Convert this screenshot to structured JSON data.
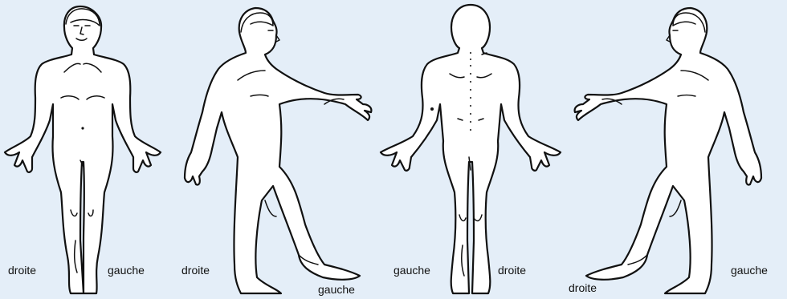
{
  "figures": [
    {
      "view": "front",
      "labels": {
        "right": "droite",
        "left": "gauche"
      }
    },
    {
      "view": "right-side",
      "labels": {
        "right": "droite",
        "left": "gauche"
      }
    },
    {
      "view": "back",
      "labels": {
        "left": "gauche",
        "right": "droite"
      }
    },
    {
      "view": "left-side",
      "labels": {
        "right": "droite",
        "left": "gauche"
      }
    }
  ],
  "colors": {
    "background": "#e4eef8",
    "outline": "#111111",
    "body": "#ffffff"
  }
}
